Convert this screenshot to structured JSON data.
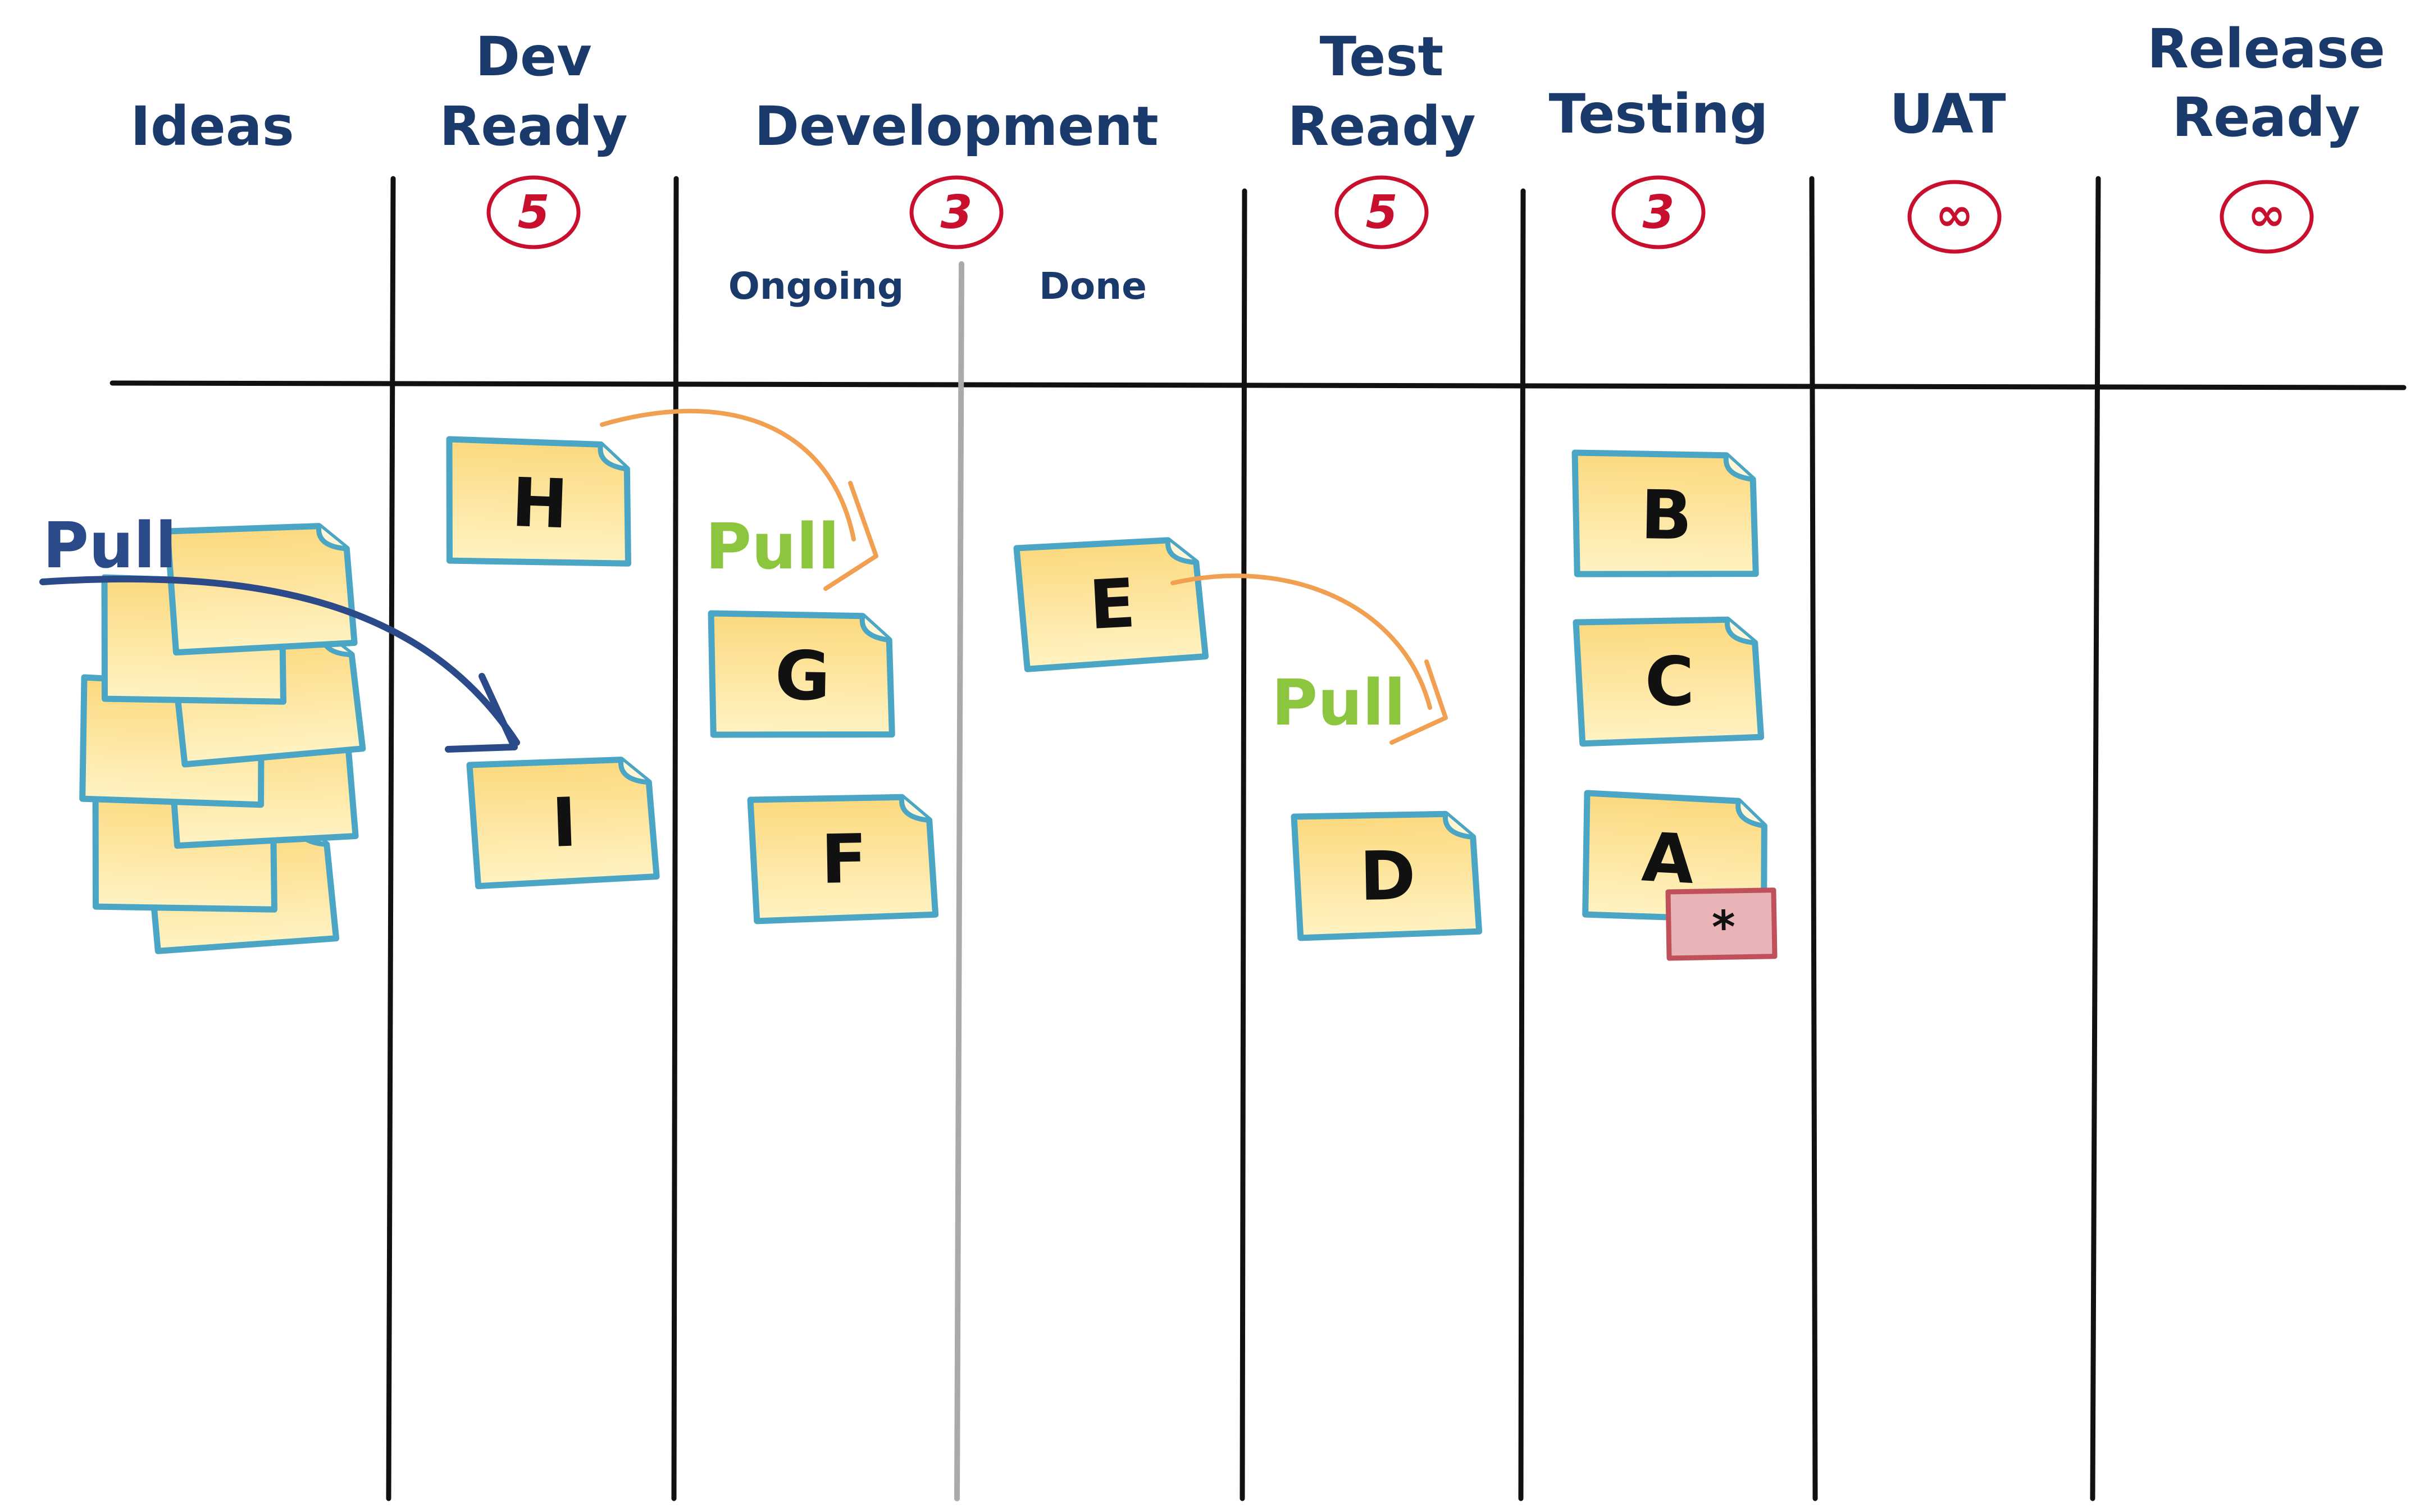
{
  "columns": {
    "ideas": [
      "Ideas"
    ],
    "dev_ready": [
      "Dev",
      "Ready"
    ],
    "development": [
      "Development"
    ],
    "test_ready": [
      "Test",
      "Ready"
    ],
    "testing": [
      "Testing"
    ],
    "uat": [
      "UAT"
    ],
    "release_ready": [
      "Release",
      "Ready"
    ]
  },
  "wip_limits": {
    "dev_ready": "5",
    "development": "3",
    "test_ready": "5",
    "testing": "3",
    "uat": "∞",
    "release_ready": "∞"
  },
  "subcolumns": {
    "ongoing": "Ongoing",
    "done": "Done"
  },
  "cards": {
    "h": "H",
    "i": "I",
    "g": "G",
    "f": "F",
    "e": "E",
    "d": "D",
    "b": "B",
    "c": "C",
    "a": "A"
  },
  "blocker_tag": "*",
  "pull_labels": {
    "ideas_to_dev_ready": "Pull",
    "dev_ready_to_development": "Pull",
    "development_to_test_ready": "Pull"
  },
  "colors": {
    "header_text": "#1a3a6b",
    "wip_circle": "#c8102e",
    "card_fill": "#fde9a6",
    "card_border": "#4aa6c4",
    "blocker_fill": "#e8b4b8",
    "blocker_border": "#c0505a",
    "pull_green": "#8cc63f",
    "pull_arrow_orange": "#f0a050",
    "pull_arrow_blue": "#2a4a8a",
    "column_line": "#111111",
    "subcolumn_line": "#aaaaaa"
  }
}
